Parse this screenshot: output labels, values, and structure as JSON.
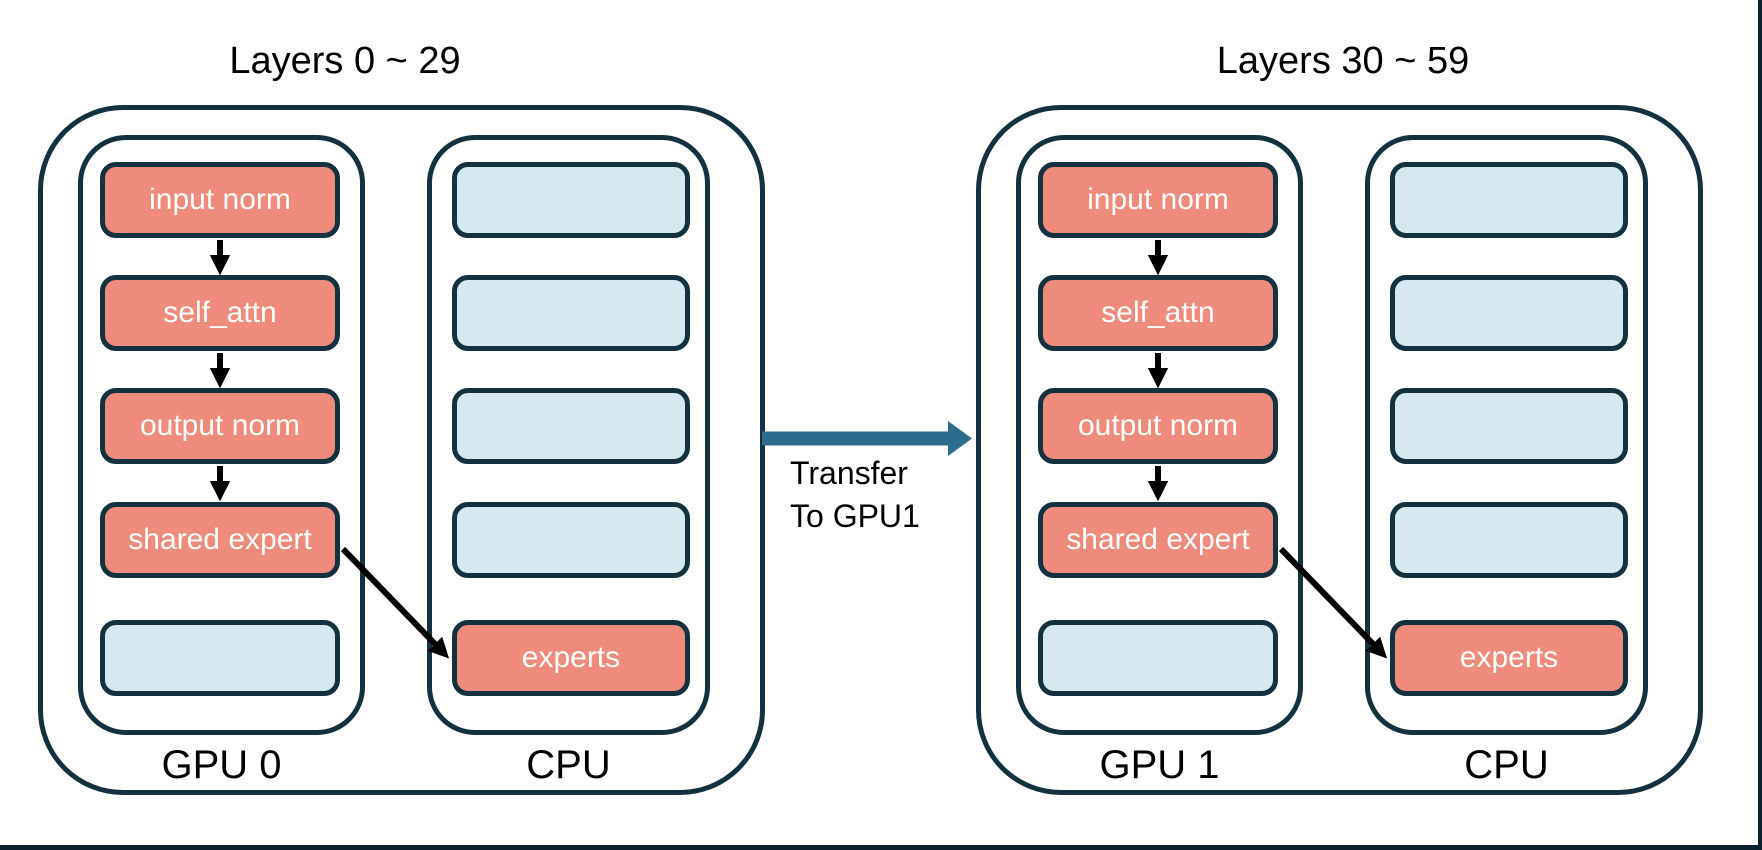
{
  "diagram": {
    "groups": [
      {
        "title": "Layers 0 ~ 29",
        "gpu": {
          "label": "GPU 0",
          "rows": [
            "input norm",
            "self_attn",
            "output norm",
            "shared expert",
            ""
          ]
        },
        "cpu": {
          "label": "CPU",
          "rows": [
            "",
            "",
            "",
            "",
            "experts"
          ]
        }
      },
      {
        "title": "Layers 30 ~ 59",
        "gpu": {
          "label": "GPU 1",
          "rows": [
            "input norm",
            "self_attn",
            "output norm",
            "shared expert",
            ""
          ]
        },
        "cpu": {
          "label": "CPU",
          "rows": [
            "",
            "",
            "",
            "",
            "experts"
          ]
        }
      }
    ],
    "transfer": {
      "line1": "Transfer",
      "line2": "To GPU1"
    },
    "colors": {
      "outline": "#14313f",
      "module_fill": "#ef8b7c",
      "empty_slot_fill": "#d7e9f0",
      "transfer_arrow": "#2d6c8d",
      "module_text": "#ffffff",
      "label_text": "#000000",
      "edge_line": "#0c222e"
    }
  }
}
